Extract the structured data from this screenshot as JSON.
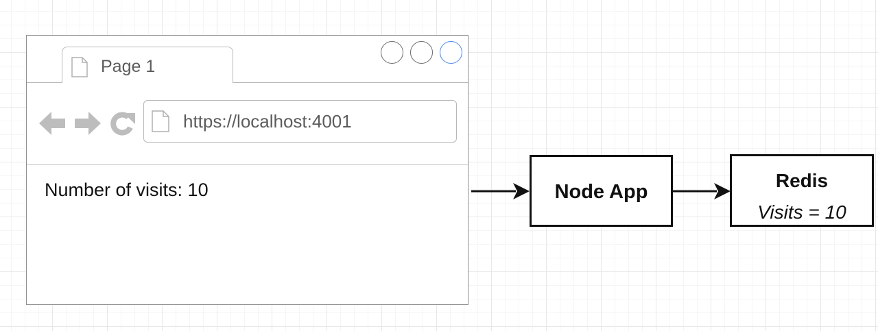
{
  "browser": {
    "tab_title": "Page 1",
    "url": "https://localhost:4001",
    "content_text": "Number of visits: 10"
  },
  "diagram": {
    "node_app_label": "Node App",
    "redis_title": "Redis",
    "redis_value": "Visits = 10"
  },
  "icons": {
    "tab": "document-icon",
    "window_controls": [
      "window-circle-icon",
      "window-circle-icon",
      "window-circle-icon"
    ],
    "nav": [
      "back-arrow-icon",
      "forward-arrow-icon",
      "reload-icon"
    ],
    "url": "document-icon"
  },
  "colors": {
    "active_window_button": "#4a86e8",
    "nav_icon_gray": "#bdbdbd",
    "box_border": "#111111"
  }
}
